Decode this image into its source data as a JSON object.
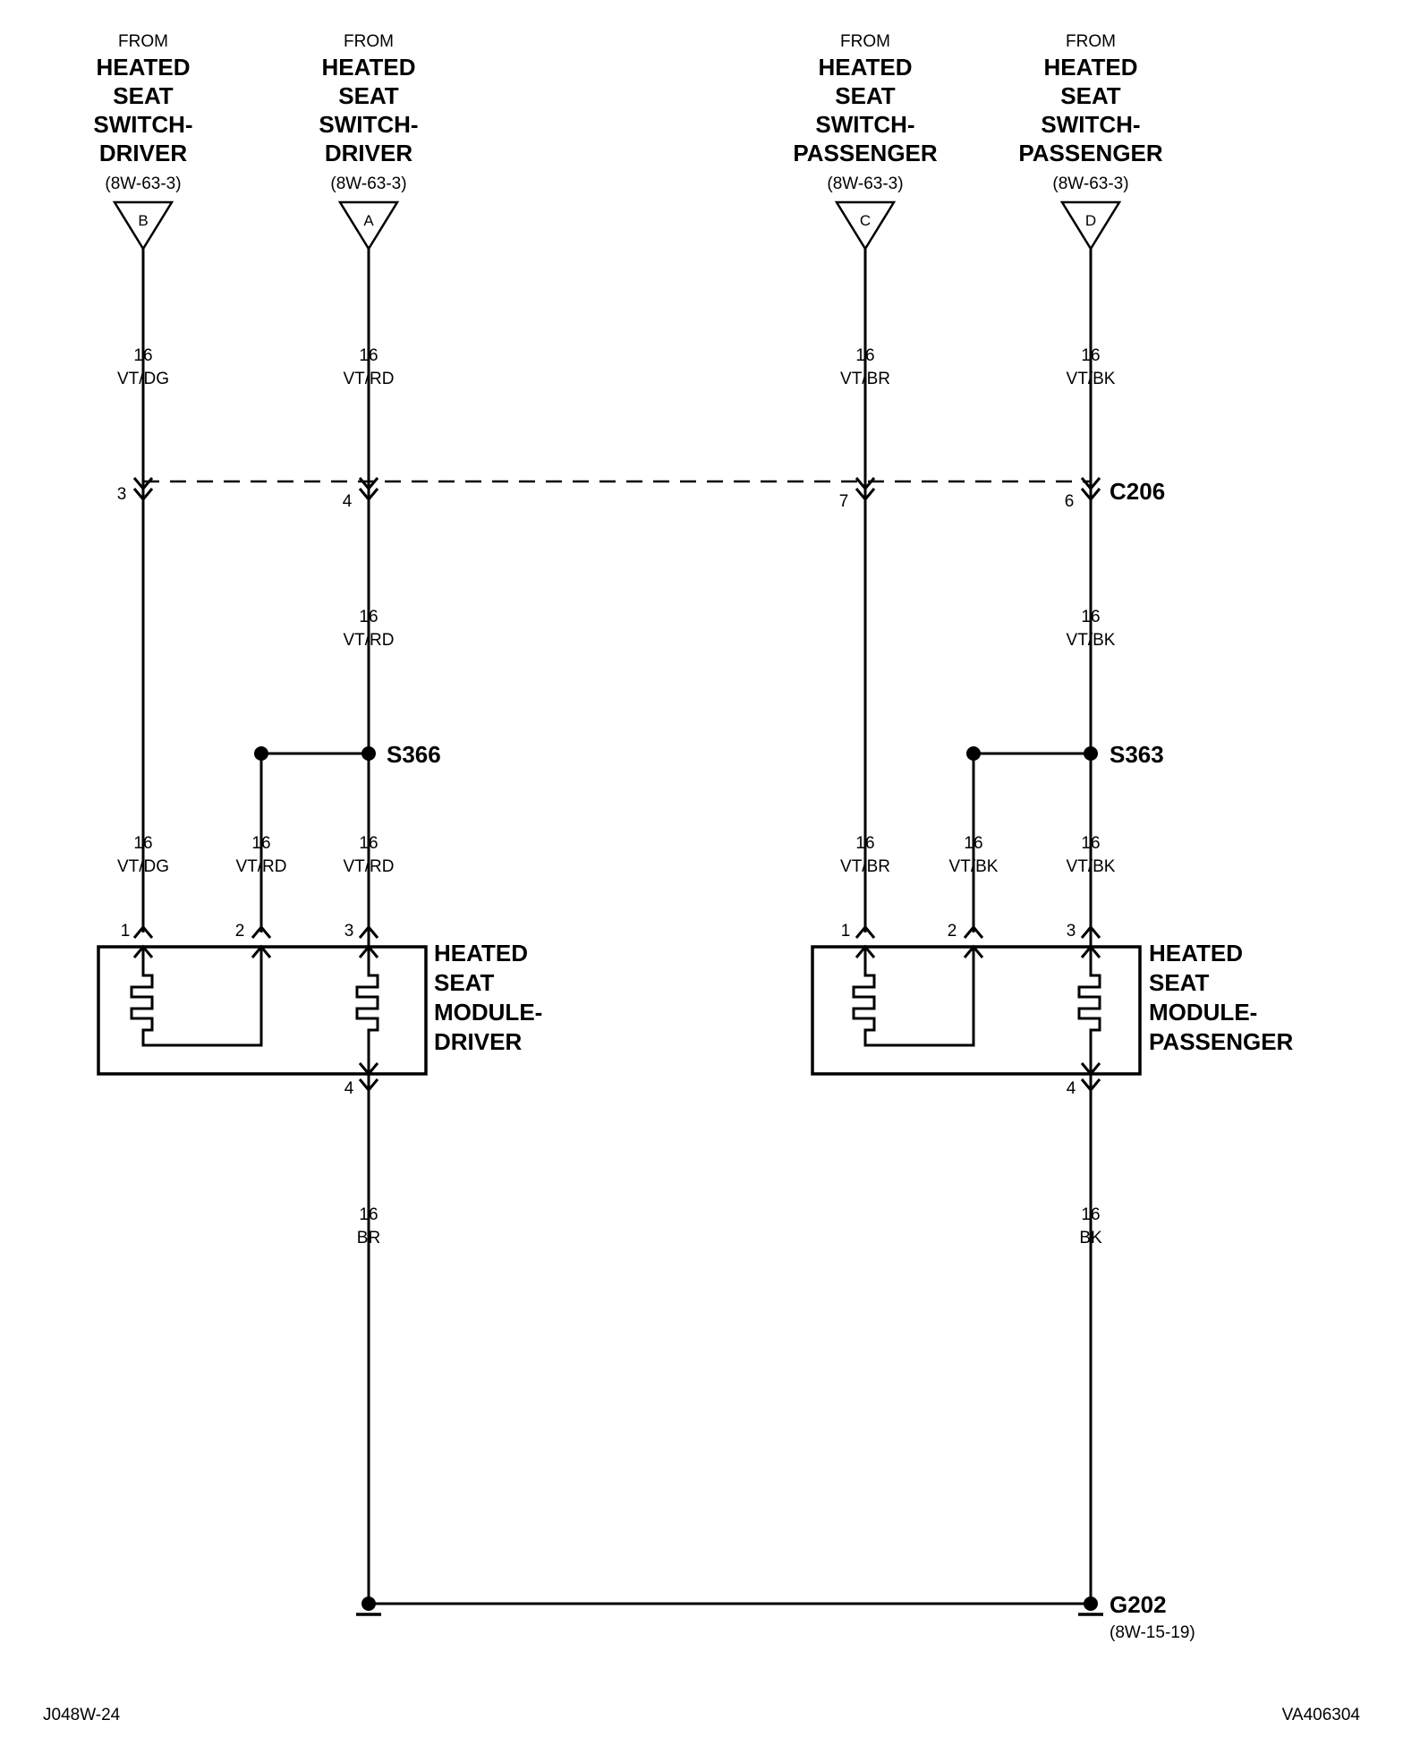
{
  "sources": [
    {
      "from": "FROM",
      "name_lines": [
        "HEATED",
        "SEAT",
        "SWITCH-",
        "DRIVER"
      ],
      "ref": "(8W-63-3)",
      "letter": "B"
    },
    {
      "from": "FROM",
      "name_lines": [
        "HEATED",
        "SEAT",
        "SWITCH-",
        "DRIVER"
      ],
      "ref": "(8W-63-3)",
      "letter": "A"
    },
    {
      "from": "FROM",
      "name_lines": [
        "HEATED",
        "SEAT",
        "SWITCH-",
        "PASSENGER"
      ],
      "ref": "(8W-63-3)",
      "letter": "C"
    },
    {
      "from": "FROM",
      "name_lines": [
        "HEATED",
        "SEAT",
        "SWITCH-",
        "PASSENGER"
      ],
      "ref": "(8W-63-3)",
      "letter": "D"
    }
  ],
  "upper_wires": [
    {
      "gauge": "16",
      "color": "VT/DG"
    },
    {
      "gauge": "16",
      "color": "VT/RD"
    },
    {
      "gauge": "16",
      "color": "VT/BR"
    },
    {
      "gauge": "16",
      "color": "VT/BK"
    }
  ],
  "c206": {
    "label": "C206",
    "pins": [
      "3",
      "4",
      "7",
      "6"
    ]
  },
  "mid_wires": [
    {
      "gauge": "16",
      "color": "VT/RD"
    },
    {
      "gauge": "16",
      "color": "VT/BK"
    }
  ],
  "splices": [
    {
      "label": "S366"
    },
    {
      "label": "S363"
    }
  ],
  "module_wires": [
    {
      "gauge": "16",
      "color": "VT/DG"
    },
    {
      "gauge": "16",
      "color": "VT/RD"
    },
    {
      "gauge": "16",
      "color": "VT/RD"
    },
    {
      "gauge": "16",
      "color": "VT/BR"
    },
    {
      "gauge": "16",
      "color": "VT/BK"
    },
    {
      "gauge": "16",
      "color": "VT/BK"
    }
  ],
  "modules": [
    {
      "name_lines": [
        "HEATED",
        "SEAT",
        "MODULE-",
        "DRIVER"
      ],
      "pins": [
        "1",
        "2",
        "3",
        "4"
      ]
    },
    {
      "name_lines": [
        "HEATED",
        "SEAT",
        "MODULE-",
        "PASSENGER"
      ],
      "pins": [
        "1",
        "2",
        "3",
        "4"
      ]
    }
  ],
  "ground_wires": [
    {
      "gauge": "16",
      "color": "BR"
    },
    {
      "gauge": "16",
      "color": "BK"
    }
  ],
  "ground": {
    "label": "G202",
    "ref": "(8W-15-19)"
  },
  "footer": {
    "left": "J048W-24",
    "right": "VA406304"
  }
}
